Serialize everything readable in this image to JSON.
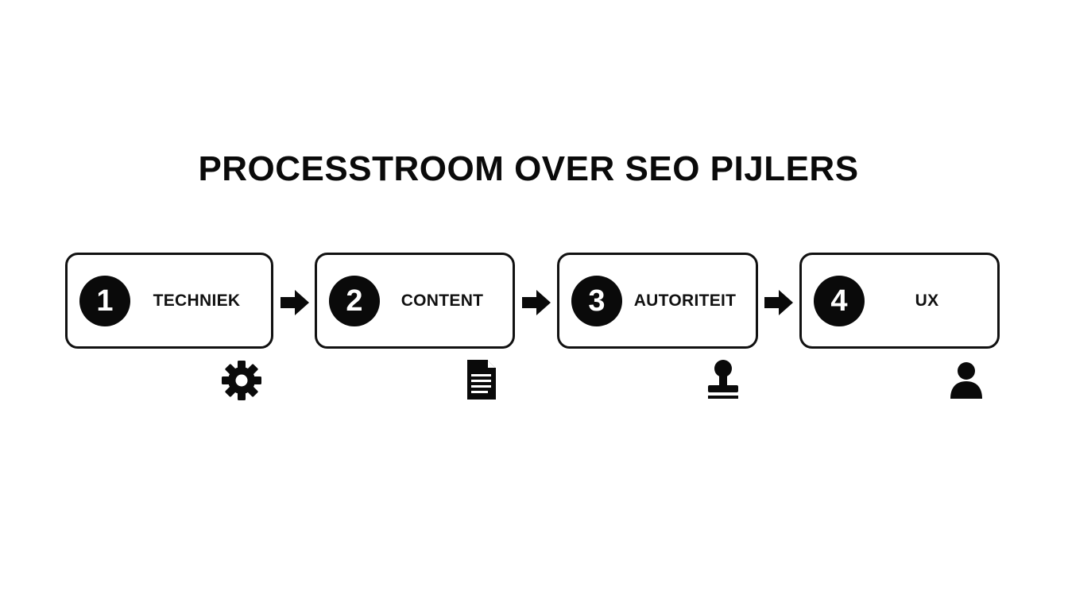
{
  "title": "PROCESSTROOM OVER SEO PIJLERS",
  "colors": {
    "ink": "#0a0a0a",
    "background": "#ffffff"
  },
  "steps": [
    {
      "number": "1",
      "label": "TECHNIEK",
      "icon": "gear-icon"
    },
    {
      "number": "2",
      "label": "CONTENT",
      "icon": "document-icon"
    },
    {
      "number": "3",
      "label": "AUTORITEIT",
      "icon": "stamp-icon"
    },
    {
      "number": "4",
      "label": "UX",
      "icon": "user-icon"
    }
  ],
  "connectors": [
    "arrow-right-icon",
    "arrow-right-icon",
    "arrow-right-icon"
  ]
}
